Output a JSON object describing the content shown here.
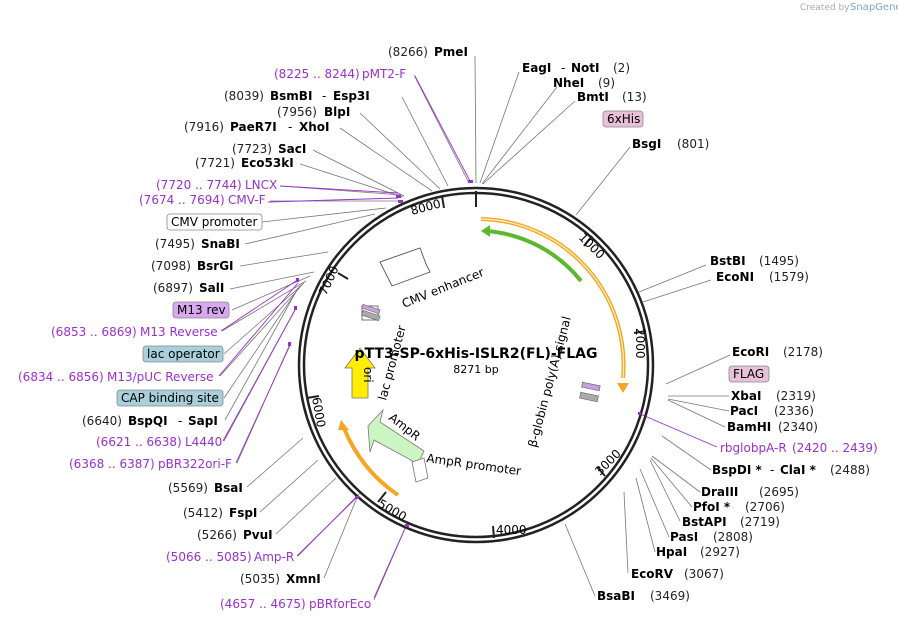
{
  "plasmid": {
    "name": "pTT3-SP-6xHis-ISLR2(FL)-FLAG",
    "length_label": "8271 bp"
  },
  "credit": {
    "prefix": "Created by",
    "brand": "SnapGene"
  },
  "ruler": {
    "t1000": "1000",
    "t2000": "2000",
    "t3000": "3000",
    "t4000": "4000",
    "t5000": "5000",
    "t6000": "6000",
    "t7000": "7000",
    "t8000": "8000"
  },
  "features": {
    "cmv_enhancer": "CMV enhancer",
    "lac_promoter": "lac promoter",
    "ori": "ori",
    "ampr": "AmpR",
    "ampr_promoter": "AmpR promoter",
    "globin_polya": "β-globin poly(A) signal"
  },
  "boxes": {
    "his": "6xHis",
    "flag": "FLAG",
    "cmv_promoter": "CMV promoter",
    "m13rev": "M13 rev",
    "lac_operator": "lac operator",
    "cap_site": "CAP binding site"
  },
  "sites": {
    "pmei": {
      "pos": "(8266)",
      "name": "PmeI"
    },
    "pmt2f": {
      "range": "(8225 .. 8244)",
      "name": "pMT2-F"
    },
    "bsmbi": {
      "pos": "(8039)",
      "name": "BsmBI",
      "sep": "-",
      "name2": "Esp3I"
    },
    "blpi": {
      "pos": "(7956)",
      "name": "BlpI"
    },
    "paer7i": {
      "pos": "(7916)",
      "name": "PaeR7I",
      "sep": "-",
      "name2": "XhoI"
    },
    "saci": {
      "pos": "(7723)",
      "name": "SacI"
    },
    "eco53ki": {
      "pos": "(7721)",
      "name": "Eco53kI"
    },
    "lncx": {
      "range": "(7720 .. 7744)",
      "name": "LNCX"
    },
    "cmvf": {
      "range": "(7674 .. 7694)",
      "name": "CMV-F"
    },
    "snabi": {
      "pos": "(7495)",
      "name": "SnaBI"
    },
    "bsrgi": {
      "pos": "(7098)",
      "name": "BsrGI"
    },
    "sali": {
      "pos": "(6897)",
      "name": "SalI"
    },
    "m13reverse": {
      "range": "(6853 .. 6869)",
      "name": "M13 Reverse"
    },
    "m13puc": {
      "range": "(6834 .. 6856)",
      "name": "M13/pUC Reverse"
    },
    "bspqi": {
      "pos": "(6640)",
      "name": "BspQI",
      "sep": "-",
      "name2": "SapI"
    },
    "l4440": {
      "range": "(6621 .. 6638)",
      "name": "L4440"
    },
    "pbr322ori": {
      "range": "(6368 .. 6387)",
      "name": "pBR322ori-F"
    },
    "bsai": {
      "pos": "(5569)",
      "name": "BsaI"
    },
    "fspi": {
      "pos": "(5412)",
      "name": "FspI"
    },
    "pvui": {
      "pos": "(5266)",
      "name": "PvuI"
    },
    "ampr_primer": {
      "range": "(5066 .. 5085)",
      "name": "Amp-R"
    },
    "xmni": {
      "pos": "(5035)",
      "name": "XmnI"
    },
    "pbrforeco": {
      "range": "(4657 .. 4675)",
      "name": "pBRforEco"
    },
    "eagi": {
      "name": "EagI",
      "sep": "-",
      "name2": "NotI",
      "pos": "(2)"
    },
    "nhei": {
      "name": "NheI",
      "pos": "(9)"
    },
    "bmti": {
      "name": "BmtI",
      "pos": "(13)"
    },
    "bsgi": {
      "name": "BsgI",
      "pos": "(801)"
    },
    "bstbi": {
      "name": "BstBI",
      "pos": "(1495)"
    },
    "econi": {
      "name": "EcoNI",
      "pos": "(1579)"
    },
    "ecori": {
      "name": "EcoRI",
      "pos": "(2178)"
    },
    "xbai": {
      "name": "XbaI",
      "pos": "(2319)"
    },
    "paci": {
      "name": "PacI",
      "pos": "(2336)"
    },
    "bamhi": {
      "name": "BamHI",
      "pos": "(2340)"
    },
    "rbglobpa": {
      "name": "rbglobpA-R",
      "range": "(2420 .. 2439)"
    },
    "bspdi": {
      "name": "BspDI *",
      "sep": "-",
      "name2": "ClaI *",
      "pos": "(2488)"
    },
    "draiii": {
      "name": "DraIII",
      "pos": "(2695)"
    },
    "pfoi": {
      "name": "PfoI *",
      "pos": "(2706)"
    },
    "bstapi": {
      "name": "BstAPI",
      "pos": "(2719)"
    },
    "pasi": {
      "name": "PasI",
      "pos": "(2808)"
    },
    "hpai": {
      "name": "HpaI",
      "pos": "(2927)"
    },
    "ecorv": {
      "name": "EcoRV",
      "pos": "(3067)"
    },
    "bsabi": {
      "name": "BsaBI",
      "pos": "(3469)"
    }
  },
  "colors": {
    "backbone": "#222222",
    "gene_orange": "#f5a623",
    "gene_green": "#5cb82e",
    "ori_yellow": "#ffee00",
    "ampr_green": "#ccf5c4",
    "primer_purple": "#9b30d0",
    "box_pink": "#e8c0d8",
    "box_violet": "#d9a8f0",
    "box_blue": "#a8d0dc"
  }
}
